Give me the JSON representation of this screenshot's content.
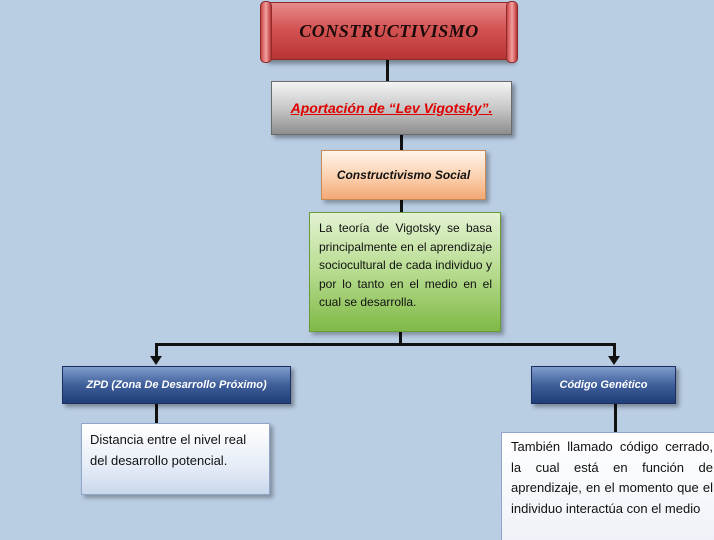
{
  "title": "CONSTRUCTIVISMO",
  "aportacion": "Aportación de  “Lev  Vigotsky”.",
  "constructivismo_social": "Constructivismo Social",
  "teoria": "La teoría de Vigotsky se basa principalmente en el aprendizaje sociocultural de cada individuo y por lo tanto en el medio en el cual se desarrolla.",
  "zpd_label": "ZPD  (Zona De Desarrollo Próximo)",
  "codigo_label": "Código Genético",
  "distancia": "Distancia entre el nivel real del desarrollo potencial.",
  "tambien": "También llamado código cerrado, la cual está en función de aprendizaje, en el momento que el individuo interactúa  con el medio",
  "colors": {
    "background": "#b9cde3",
    "title_banner": "#d45454",
    "aportacion_text": "#e00000",
    "theory_box": "#b7dc8f",
    "blue_box": "#3f5f9a",
    "orange_box": "#fbd0ad"
  }
}
